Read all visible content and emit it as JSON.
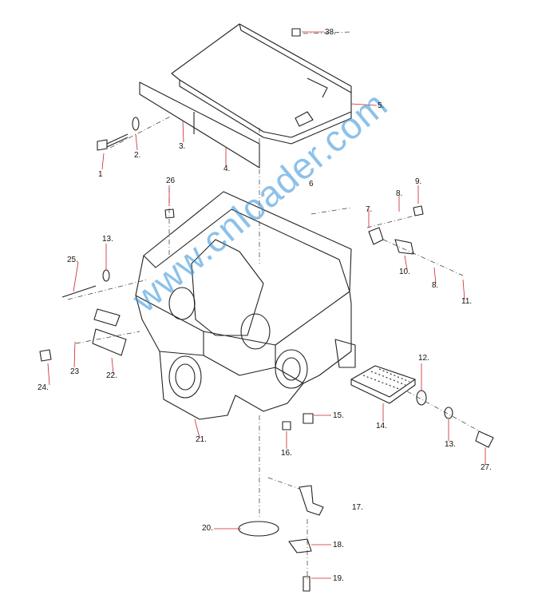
{
  "watermark": "www.cnloader.com",
  "parts": {
    "p1": "1",
    "p2": "2.",
    "p3": "3.",
    "p4": "4.",
    "p5": "5.",
    "p6": "6",
    "p7": "7.",
    "p8a": "8.",
    "p8b": "8.",
    "p9": "9.",
    "p10": "10.",
    "p11": "11.",
    "p12": "12.",
    "p13a": "13.",
    "p13b": "13.",
    "p14": "14.",
    "p15": "15.",
    "p16": "16.",
    "p17": "17.",
    "p18": "18.",
    "p19": "19.",
    "p20": "20.",
    "p21": "21.",
    "p22": "22.",
    "p23": "23",
    "p24": "24.",
    "p25": "25.",
    "p26": "26",
    "p27": "27.",
    "p38": "38."
  },
  "colors": {
    "line": "#222222",
    "leader": "#cc2222",
    "watermark": "#2f8fd8"
  }
}
